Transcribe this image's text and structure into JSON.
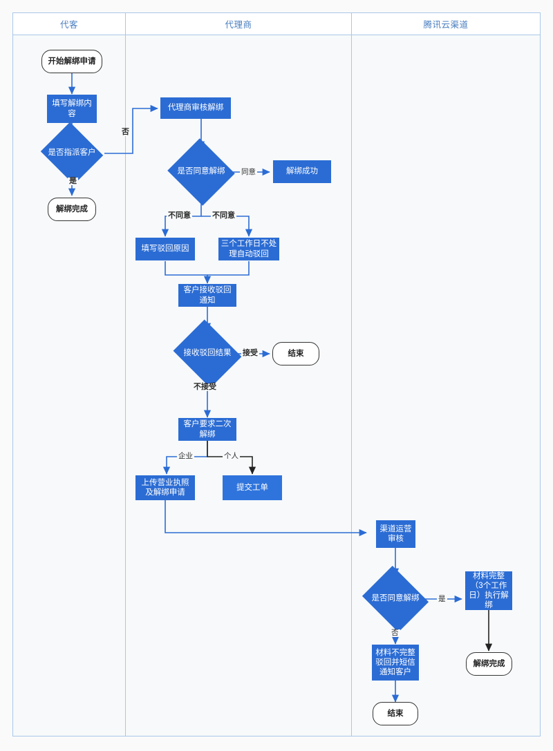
{
  "diagram": {
    "type": "swimlane-flowchart",
    "title_bar": {
      "columns": [
        {
          "id": "col-daike",
          "label": "代客"
        },
        {
          "id": "col-dailishang",
          "label": "代理商"
        },
        {
          "id": "col-tencent",
          "label": "腾讯云渠道"
        }
      ]
    },
    "colors": {
      "process_fill": "#2b6cd4",
      "process_fill_alt": "#2f74dc",
      "terminal_border": "#333333",
      "edge_blue": "#2b6cd4",
      "edge_black": "#222222",
      "lane_border": "#a9c7ea",
      "lane_bg": "#f7f9fa",
      "header_text": "#4a7ec0"
    },
    "nodes": [
      {
        "id": "n1",
        "lane": "col-daike",
        "shape": "terminal",
        "label": "开始解绑申请"
      },
      {
        "id": "n2",
        "lane": "col-daike",
        "shape": "process",
        "label": "填写解绑内容"
      },
      {
        "id": "n3",
        "lane": "col-daike",
        "shape": "decision",
        "label": "是否指派客户"
      },
      {
        "id": "n4",
        "lane": "col-daike",
        "shape": "terminal",
        "label": "解绑完成"
      },
      {
        "id": "n5",
        "lane": "col-dailishang",
        "shape": "process",
        "label": "代理商审核解绑"
      },
      {
        "id": "n6",
        "lane": "col-dailishang",
        "shape": "decision",
        "label": "是否同意解绑"
      },
      {
        "id": "n7",
        "lane": "col-dailishang",
        "shape": "process",
        "label": "解绑成功"
      },
      {
        "id": "n8",
        "lane": "col-dailishang",
        "shape": "process",
        "label": "填写驳回原因"
      },
      {
        "id": "n9",
        "lane": "col-dailishang",
        "shape": "process",
        "label": "三个工作日不处理自动驳回"
      },
      {
        "id": "n10",
        "lane": "col-dailishang",
        "shape": "process",
        "label": "客户接收驳回通知"
      },
      {
        "id": "n11",
        "lane": "col-dailishang",
        "shape": "decision",
        "label": "接收驳回结果"
      },
      {
        "id": "n12",
        "lane": "col-dailishang",
        "shape": "terminal",
        "label": "结束"
      },
      {
        "id": "n13",
        "lane": "col-dailishang",
        "shape": "process",
        "label": "客户要求二次解绑"
      },
      {
        "id": "n14",
        "lane": "col-dailishang",
        "shape": "process",
        "label": "上传营业执照及解绑申请"
      },
      {
        "id": "n15",
        "lane": "col-dailishang",
        "shape": "process",
        "label": "提交工单"
      },
      {
        "id": "n16",
        "lane": "col-tencent",
        "shape": "process",
        "label": "渠道运营审核"
      },
      {
        "id": "n17",
        "lane": "col-tencent",
        "shape": "decision",
        "label": "是否同意解绑"
      },
      {
        "id": "n18",
        "lane": "col-tencent",
        "shape": "process",
        "label": "材料完整（3个工作日）执行解绑"
      },
      {
        "id": "n19",
        "lane": "col-tencent",
        "shape": "process",
        "label": "材料不完整驳回并短信通知客户"
      },
      {
        "id": "n20",
        "lane": "col-tencent",
        "shape": "terminal",
        "label": "解绑完成"
      },
      {
        "id": "n21",
        "lane": "col-tencent",
        "shape": "terminal",
        "label": "结束"
      }
    ],
    "edge_labels": [
      {
        "id": "e-fou-left",
        "text": "否",
        "from": "n3",
        "to": "n5"
      },
      {
        "id": "e-shi-left",
        "text": "是",
        "from": "n3",
        "to": "n4"
      },
      {
        "id": "e-tongyi",
        "text": "同意",
        "from": "n6",
        "to": "n7"
      },
      {
        "id": "e-butongyi-1",
        "text": "不同意",
        "from": "n6",
        "to": "n8"
      },
      {
        "id": "e-butongyi-2",
        "text": "不同意",
        "from": "n6",
        "to": "n9"
      },
      {
        "id": "e-jieshou",
        "text": "接受",
        "from": "n11",
        "to": "n12"
      },
      {
        "id": "e-bujieshou",
        "text": "不接受",
        "from": "n11",
        "to": "n13"
      },
      {
        "id": "e-qiye",
        "text": "企业",
        "from": "n13",
        "to": "n14"
      },
      {
        "id": "e-geren",
        "text": "个人",
        "from": "n13",
        "to": "n15"
      },
      {
        "id": "e-shi-right",
        "text": "是",
        "from": "n17",
        "to": "n18"
      },
      {
        "id": "e-fou-right",
        "text": "否",
        "from": "n17",
        "to": "n19"
      }
    ]
  }
}
